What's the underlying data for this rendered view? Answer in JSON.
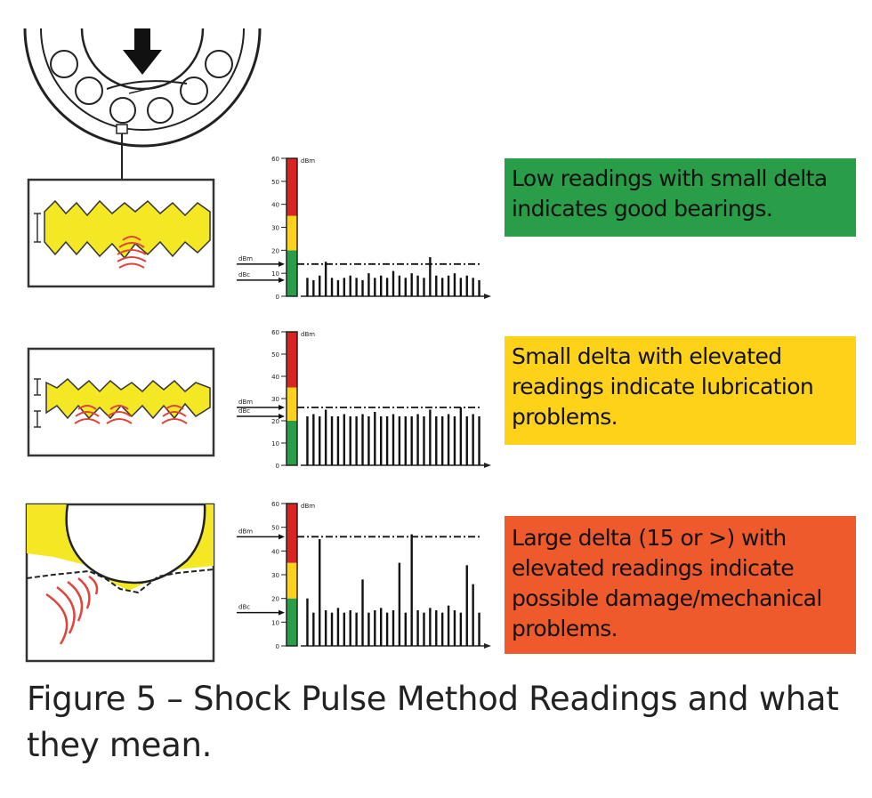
{
  "callouts": {
    "good": "Low readings with small delta indicates good bearings.",
    "lubrication": "Small delta with elevated readings indicate lubrication problems.",
    "damage": "Large delta (15 or >) with elevated readings indicate possible damage/mechanical problems."
  },
  "caption": "Figure 5 – Shock Pulse Method Readings and what they mean.",
  "meter": {
    "ticks": [
      "0",
      "10",
      "20",
      "30",
      "40",
      "50",
      "60"
    ],
    "unit_label": "dBm",
    "carpet_label": "dBc",
    "colors": {
      "good": "#2a9d48",
      "warning": "#ffd21a",
      "alarm": "#d92424"
    }
  },
  "chart_data": [
    {
      "type": "bar",
      "ylim": [
        0,
        60
      ],
      "dBm": 14,
      "dBc": 7,
      "values": [
        8,
        7,
        9,
        15,
        8,
        7,
        8,
        9,
        8,
        7,
        10,
        8,
        9,
        8,
        11,
        9,
        8,
        10,
        9,
        8,
        17,
        9,
        8,
        9,
        10,
        8,
        9,
        8,
        7
      ]
    },
    {
      "type": "bar",
      "ylim": [
        0,
        60
      ],
      "dBm": 26,
      "dBc": 22,
      "values": [
        22,
        23,
        22,
        25,
        22,
        22,
        23,
        22,
        22,
        23,
        22,
        24,
        22,
        22,
        23,
        22,
        22,
        22,
        23,
        22,
        25,
        22,
        22,
        23,
        22,
        26,
        22,
        23,
        22
      ]
    },
    {
      "type": "bar",
      "ylim": [
        0,
        60
      ],
      "dBm": 46,
      "dBc": 14,
      "values": [
        20,
        14,
        45,
        15,
        14,
        16,
        14,
        15,
        14,
        28,
        14,
        15,
        16,
        14,
        15,
        35,
        14,
        47,
        15,
        14,
        16,
        15,
        14,
        17,
        15,
        14,
        34,
        26,
        14
      ]
    }
  ]
}
